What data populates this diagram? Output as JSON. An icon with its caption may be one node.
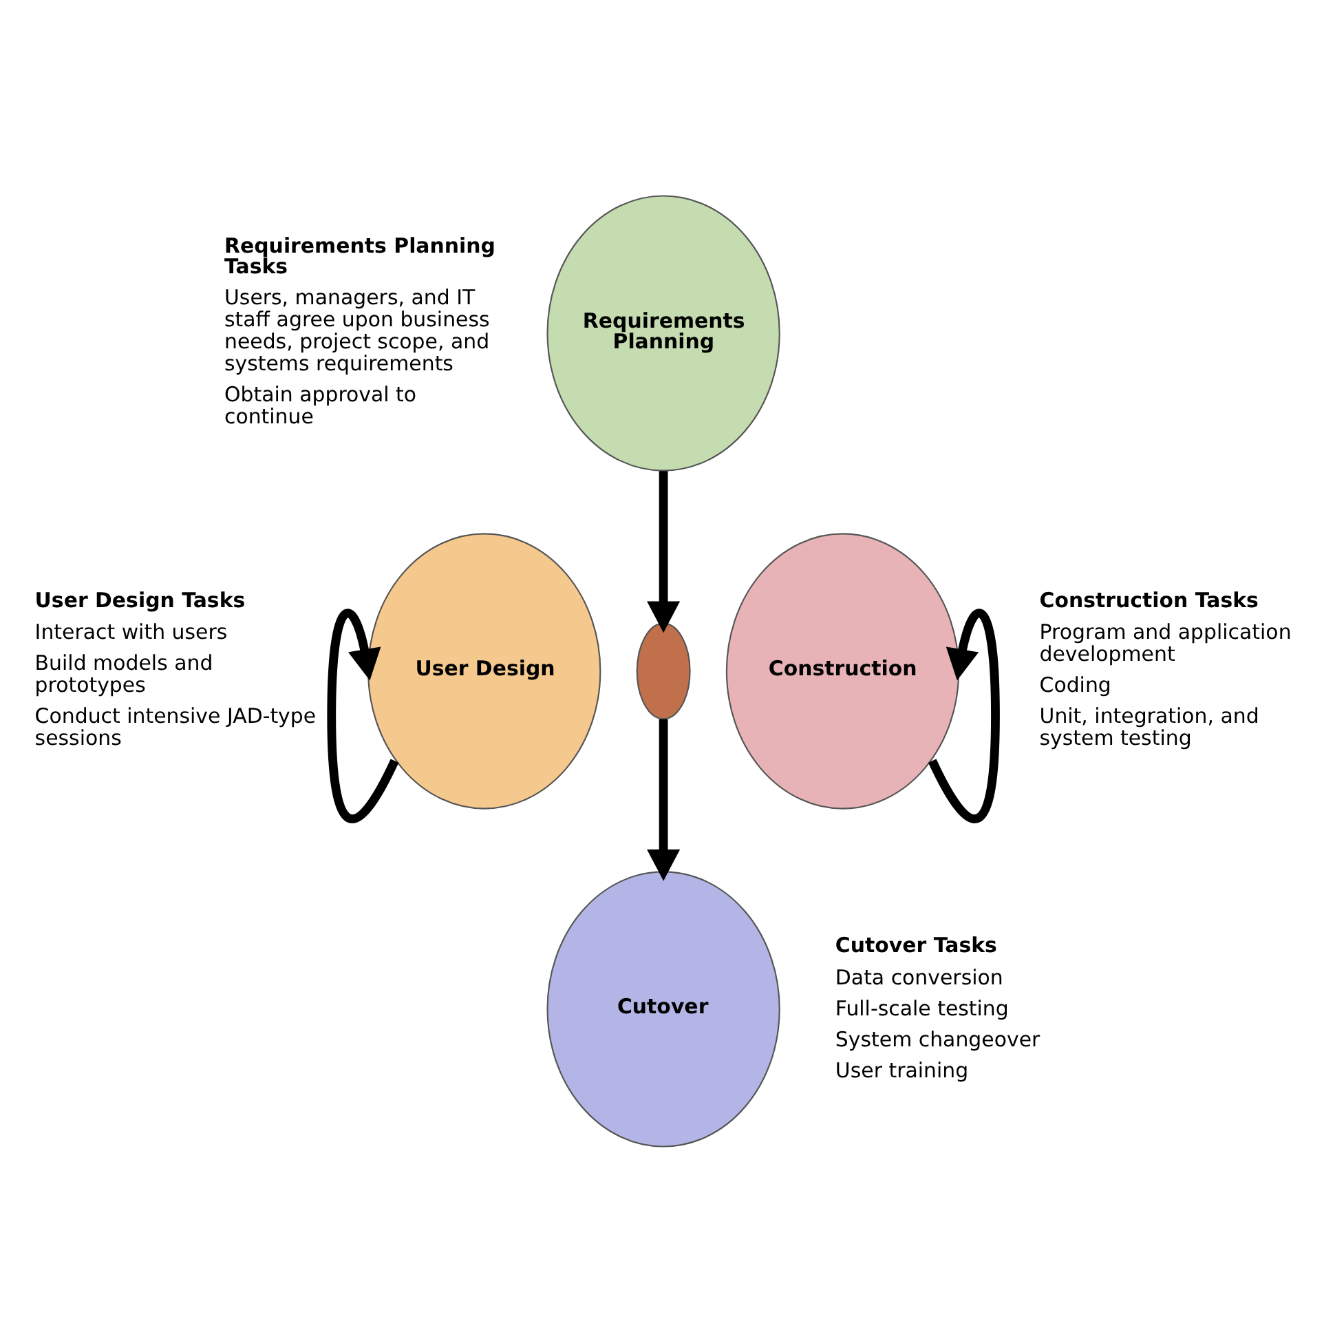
{
  "diagram": {
    "nodes": [
      {
        "text": [
          "Requirements Planning"
        ],
        "beside": [
          "Requirements Planning Tasks",
          "Users, managers, and IT staff agree upon business needs, project scope, and systems requirements",
          "Obtain approval to continue"
        ]
      },
      {
        "text": [
          "User Design"
        ],
        "beside": [
          "User Design Tasks",
          "Interact with users",
          "Build models and prototypes",
          "Conduct intensive JAD-type sessions"
        ]
      },
      {
        "text": [],
        "shape": "lens"
      },
      {
        "text": [
          "Construction"
        ],
        "beside": [
          "Construction Tasks",
          "Program and application development",
          "Coding",
          "Unit, integration, and system testing"
        ]
      },
      {
        "text": [
          "Cutover"
        ],
        "beside": [
          "Cutover Tasks",
          "Data conversion",
          "Full-scale testing",
          "System changeover",
          "User training"
        ]
      }
    ],
    "edges": [
      {
        "from": 0,
        "to": 2,
        "arrow": "to"
      },
      {
        "from": 1,
        "to": 1,
        "arrow": "to"
      },
      {
        "from": 3,
        "to": 3,
        "arrow": "to"
      },
      {
        "from": 2,
        "to": 4,
        "arrow": "to"
      }
    ]
  }
}
